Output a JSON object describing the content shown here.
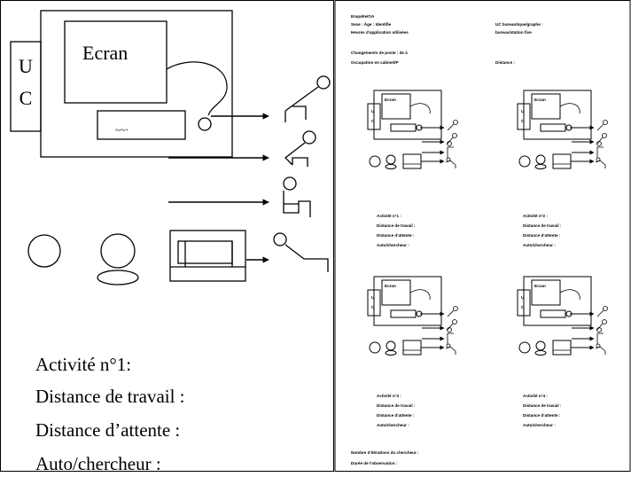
{
  "left_panel": {
    "uc_letters": [
      "U",
      "C"
    ],
    "screen_label": "Ecran",
    "keyboard_marks": "~~·",
    "activity_title": "Activité n°1:",
    "fields": [
      "Distance de travail :",
      "Distance d’attente :",
      "Auto/chercheur :"
    ]
  },
  "right_panel": {
    "header_left": [
      "Enquête/OA",
      "Sexe :       Âge :       Identifie",
      "Heures d’application utilisées"
    ],
    "header_right": [
      "UC bureautique/graphe :",
      "bureau/station fixe"
    ],
    "subheader_left": [
      "Changements de poste : de       à",
      "Occupation en cabinet/P"
    ],
    "subheader_right": "Distance :",
    "mini_screen": "Ecran",
    "mini_uc": [
      "U",
      "C"
    ],
    "blocks": [
      [
        "Activité n°1 :",
        "Distance de travail :",
        "Distance d’attente :",
        "Auto/chercheur :"
      ],
      [
        "Activité n°2 :",
        "Distance de travail :",
        "Distance d’attente :",
        "Auto/chercheur :"
      ],
      [
        "Activité n°3 :",
        "Distance de travail :",
        "Distance d’attente :",
        "Auto/chercheur :"
      ],
      [
        "Activité n°4 :",
        "Distance de travail :",
        "Distance d’attente :",
        "Auto/chercheur :"
      ]
    ],
    "footer": [
      "Nombre d’itérations du chercheur :",
      "Durée de l’observation :"
    ]
  }
}
